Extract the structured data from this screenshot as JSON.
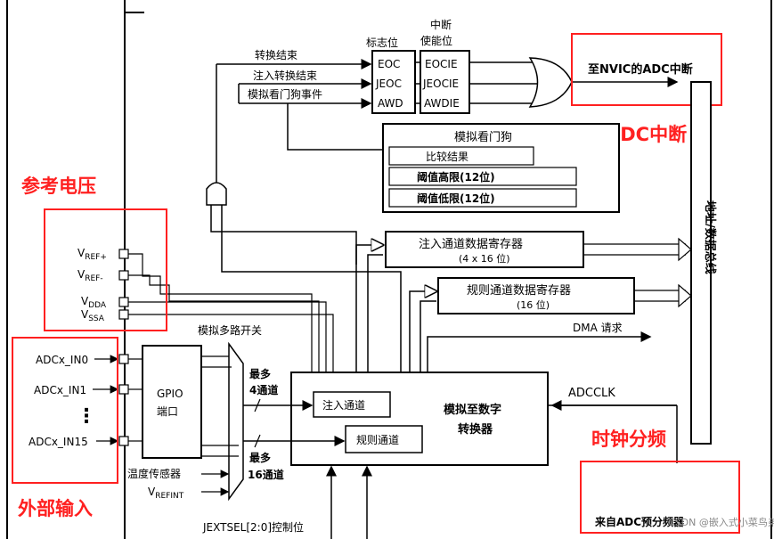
{
  "colors": {
    "annotation_red": "#ff2020",
    "line": "#000000"
  },
  "labels": {
    "interrupt_enable": [
      "中断",
      "使能位"
    ],
    "flags": "标志位",
    "flag_bits": [
      "EOC",
      "JEOC",
      "AWD"
    ],
    "enable_bits": [
      "EOCIE",
      "JEOCIE",
      "AWDIE"
    ],
    "events": [
      "转换结束",
      "注入转换结束",
      "模拟看门狗事件"
    ],
    "nvic": "至NVIC的ADC中断",
    "watchdog_title": "模拟看门狗",
    "compare_result": "比较结果",
    "high_threshold": "阈值高限(12位)",
    "low_threshold": "阈值低限(12位)",
    "injected_reg": "注入通道数据寄存器",
    "injected_reg_size": "(4 x 16 位)",
    "regular_reg": "规则通道数据寄存器",
    "regular_reg_size": "(16 位)",
    "bus": "地址/数据总线",
    "dma": "DMA 请求",
    "mux": "模拟多路开关",
    "max4": "最多",
    "ch4": "4通道",
    "max16": "最多",
    "ch16": "16通道",
    "injected_ch": "注入通道",
    "regular_ch": "规则通道",
    "converter": [
      "模拟至数字",
      "转换器"
    ],
    "adcclk": "ADCCLK",
    "gpio": [
      "GPIO",
      "端口"
    ],
    "temp_sensor": "温度传感器",
    "vrefint": "V",
    "vrefint_sub": "REFINT",
    "jextsel": "JEXTSEL[2:0]控制位",
    "prescaler": "来自ADC预分频器",
    "watermark": "CSDN @嵌入式小菜鸟弟弟",
    "vref_plus": "V",
    "vref_plus_sub": "REF+",
    "vref_minus": "V",
    "vref_minus_sub": "REF-",
    "vdda": "V",
    "vdda_sub": "DDA",
    "vssa": "V",
    "vssa_sub": "SSA",
    "inputs": [
      "ADCx_IN0",
      "ADCx_IN1",
      "ADCx_IN15"
    ],
    "ellipsis": "⋮"
  },
  "annotations": {
    "adc_interrupt": "ADC中断",
    "reference_voltage": "参考电压",
    "external_input": "外部输入",
    "clock_divider": "时钟分频"
  }
}
